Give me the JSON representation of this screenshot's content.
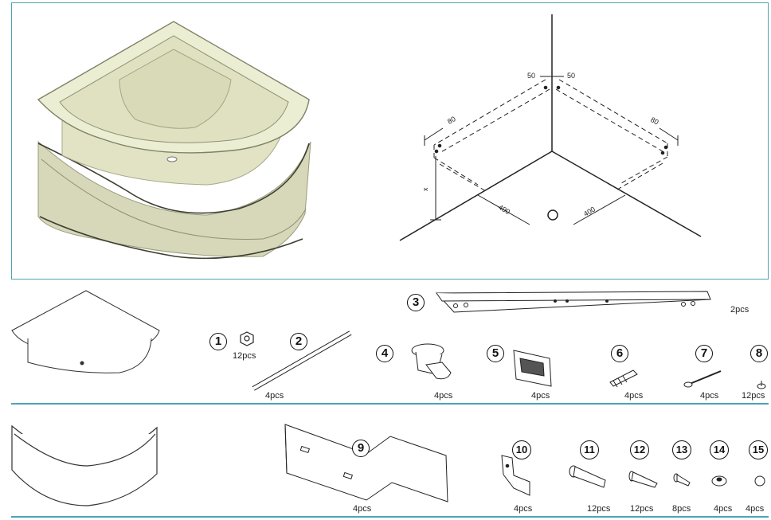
{
  "diagram": {
    "dimensions": {
      "top_left": "50",
      "top_right": "50",
      "left_depth": "80",
      "right_depth": "80",
      "height": "x",
      "base_left": "400",
      "base_right": "400"
    }
  },
  "parts": [
    {
      "number": "1",
      "qty": "12pcs"
    },
    {
      "number": "2",
      "qty": "4pcs"
    },
    {
      "number": "3",
      "qty": "2pcs"
    },
    {
      "number": "4",
      "qty": "4pcs"
    },
    {
      "number": "5",
      "qty": "4pcs"
    },
    {
      "number": "6",
      "qty": "4pcs"
    },
    {
      "number": "7",
      "qty": "4pcs"
    },
    {
      "number": "8",
      "qty": "12pcs"
    },
    {
      "number": "9",
      "qty": "4pcs"
    },
    {
      "number": "10",
      "qty": "4pcs"
    },
    {
      "number": "11",
      "qty": "12pcs"
    },
    {
      "number": "12",
      "qty": "12pcs"
    },
    {
      "number": "13",
      "qty": "8pcs"
    },
    {
      "number": "14",
      "qty": "4pcs"
    },
    {
      "number": "15",
      "qty": "4pcs"
    }
  ],
  "colors": {
    "accent": "#4da3b5",
    "tub_body": "#e8ead0",
    "tub_shadow": "#c9cba7"
  }
}
